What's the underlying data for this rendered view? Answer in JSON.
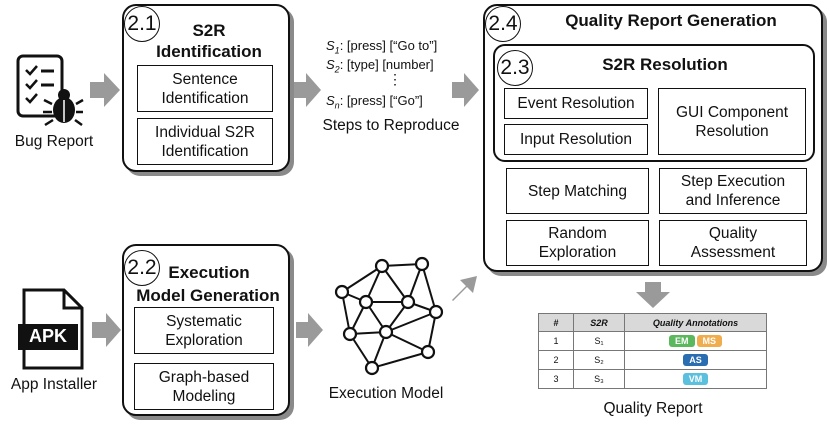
{
  "bug_report": {
    "label": "Bug Report"
  },
  "app_installer": {
    "label": "App Installer",
    "apk_text": "APK"
  },
  "identification": {
    "number": "2.1",
    "title": "S2R\nIdentification",
    "sentence": "Sentence\nIdentification",
    "individual": "Individual S2R\nIdentification"
  },
  "execution_model": {
    "number": "2.2",
    "title_line1": "Execution",
    "title_line2": "Model Generation",
    "systematic": "Systematic\nExploration",
    "graph": "Graph-based\nModeling",
    "label": "Execution Model"
  },
  "steps": {
    "s1_sub": "S",
    "s1_idx": "1",
    "s1_text": ": [press] [“Go to”]",
    "s2_idx": "2",
    "s2_text": ": [type] [number]",
    "dots": "⋮",
    "sn_idx": "n",
    "sn_text": ": [press] [“Go”]",
    "label": "Steps to Reproduce"
  },
  "quality": {
    "number": "2.4",
    "title": "Quality Report Generation",
    "step_matching": "Step Matching",
    "step_execution": "Step Execution\nand Inference",
    "random": "Random\nExploration",
    "assessment": "Quality\nAssessment"
  },
  "resolution": {
    "number": "2.3",
    "title": "S2R Resolution",
    "event": "Event Resolution",
    "input": "Input Resolution",
    "gui": "GUI Component\nResolution"
  },
  "report": {
    "label": "Quality Report",
    "headers": [
      "#",
      "S2R",
      "Quality Annotations"
    ],
    "rows": [
      {
        "num": "1",
        "s2r": "S₁",
        "badges": [
          {
            "text": "EM",
            "color": "#5cb85c"
          },
          {
            "text": "MS",
            "color": "#f0ad4e"
          }
        ]
      },
      {
        "num": "2",
        "s2r": "S₂",
        "badges": [
          {
            "text": "AS",
            "color": "#2a6db0"
          }
        ]
      },
      {
        "num": "3",
        "s2r": "S₃",
        "badges": [
          {
            "text": "VM",
            "color": "#5bc0de"
          }
        ]
      }
    ]
  },
  "colors": {
    "arrow": "#9a9a9a",
    "shadow": "#8a8a8a"
  }
}
